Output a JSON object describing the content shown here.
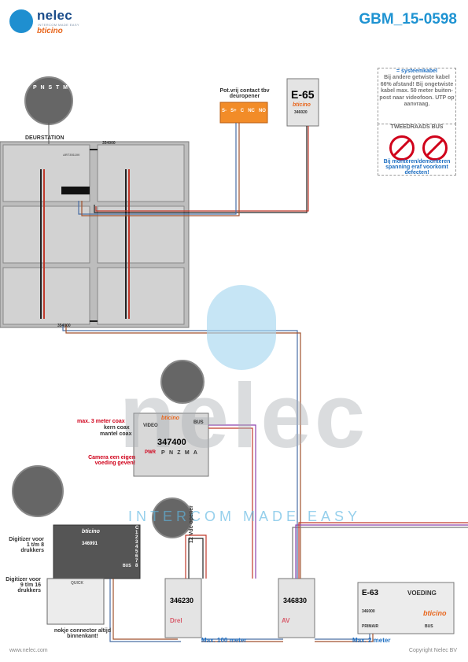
{
  "brand": {
    "name": "nelec",
    "tagline": "INTERCOM MADE EASY",
    "partner": "bticino"
  },
  "document": {
    "code": "GBM_15-0598",
    "website": "www.nelec.com",
    "copyright": "Copyright Nelec BV"
  },
  "watermark": {
    "name": "nelec",
    "tagline": "INTERCOM MADE EASY"
  },
  "notes": {
    "cable_legend": "= systeemkabel",
    "cable_note": "Bij andere getwiste kabel 66% afstand! Bij ongetwiste kabel max. 50 meter buiten-post naar videofoon. UTP op aanvraag.",
    "bus_title": "TWEEDRAADS BUS",
    "warning": "Bij monteren/demonteren spanning eraf voorkomt defecten!"
  },
  "door_station": {
    "label": "DEURSTATION",
    "terminals": [
      "P",
      "N",
      "S",
      "T",
      "M"
    ],
    "top_code": "354000",
    "bottom_code": "354000",
    "module_code": "ART351100"
  },
  "relay_contact": {
    "label": "Pot.vrij contact tbv deuropener",
    "terminals": [
      "S-",
      "S+",
      "C",
      "NC",
      "NO"
    ]
  },
  "power_e65": {
    "name": "E-65",
    "code": "346020"
  },
  "camera_module": {
    "code": "347400",
    "video_label": "VIDEO",
    "bus_label": "BUS",
    "pwr_label": "PWR",
    "terminals": [
      "P",
      "N",
      "Z",
      "M",
      "A"
    ],
    "coax_max": "max. 3 meter coax",
    "coax_core": "kern coax",
    "coax_shield": "mantel coax",
    "camera_note": "Camera een eigen voeding geven!"
  },
  "digitizer": {
    "code": "346991",
    "note1": "Digitizer voor 1 t/m 8 drukkers",
    "note2": "Digitizer voor 9 t/m 16 drukkers",
    "connector_note": "nokje connector altijd binnenkant!",
    "inputs": [
      "C",
      "1",
      "2",
      "3",
      "4",
      "5",
      "6",
      "7",
      "8"
    ],
    "bus_label": "BUS",
    "quick_label": "QUICK"
  },
  "opener_supply": {
    "label": "12 Vdc opener"
  },
  "actuator": {
    "code": "346230",
    "tag": "Drel"
  },
  "distributor": {
    "code": "346830",
    "tag": "AV"
  },
  "power_e63": {
    "name": "E-63",
    "sub": "VOEDING",
    "code": "346000",
    "primair": "PRIMAIR",
    "bus": "BUS"
  },
  "distances": {
    "left": "Max. 100 meter",
    "right": "Max. 2 meter"
  },
  "colors": {
    "accent": "#1e93d2",
    "warning": "#d0021b",
    "relay": "#f28c28",
    "brand_orange": "#e8651b"
  }
}
